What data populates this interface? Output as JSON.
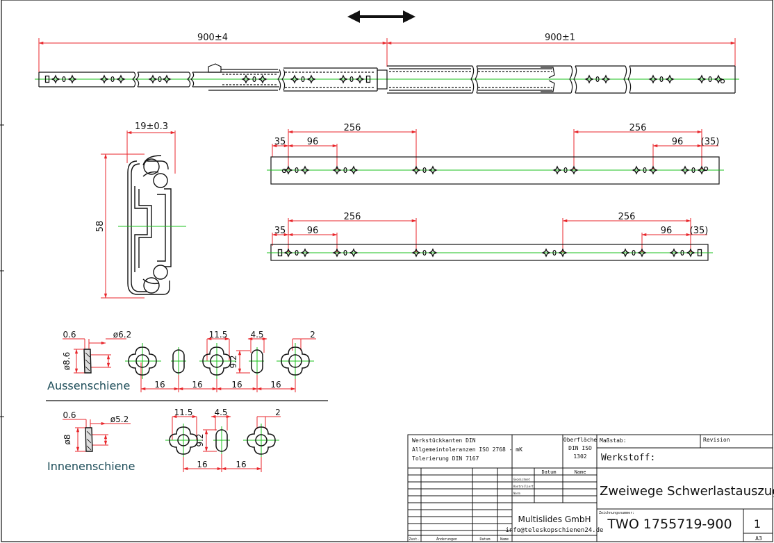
{
  "dimensions": {
    "left_length": "900±4",
    "right_length": "900±1",
    "profile_width": "19±0.3",
    "profile_height": "58",
    "mid_a": "35",
    "mid_b": "96",
    "mid_c": "256",
    "mid_d": "256",
    "mid_e": "96",
    "mid_f": "(35)",
    "low_a": "35",
    "low_b": "96",
    "low_c": "256",
    "low_d": "256",
    "low_e": "96",
    "low_f": "(35)"
  },
  "aussen": {
    "label": "Aussenschiene",
    "thick": "0.6",
    "dia": "ø6.2",
    "dia_side": "ø8.6",
    "slot_w": "11.5",
    "slot_h": "4.5",
    "slot_len": "9.2",
    "gap": "2",
    "pitch": [
      "16",
      "16",
      "16",
      "16"
    ]
  },
  "innen": {
    "label": "Innenenschiene",
    "thick": "0.6",
    "dia": "ø5.2",
    "dia_side": "ø8",
    "slot_w": "11.5",
    "slot_h": "4.5",
    "slot_len": "9.2",
    "gap": "2",
    "pitch": [
      "16",
      "16"
    ]
  },
  "title_block": {
    "general_1": "Werkstückkanten DIN",
    "general_2": "Allgemeintoleranzen ISO 2768 - mK",
    "general_3": "Tolerierung DIN 7167",
    "surface_1": "Oberfläche",
    "surface_2": "DIN ISO",
    "surface_3": "1302",
    "scale_label": "Maßstab:",
    "revision_label": "Revision",
    "material_label": "Werkstoff:",
    "date_label": "Datum",
    "name_label": "Name",
    "row_drawn": "Gezeichnet",
    "row_checked": "Kontrolliert",
    "row_norm": "Norm",
    "title": "Zweiwege Schwerlastauszug",
    "company": "Multislides GmbH",
    "email": "info@teleskopschienen24.de",
    "drawing_no_label": "Zeichnungsnummer:",
    "drawing_no": "TWO 1755719-900",
    "sheet": "1",
    "format": "A3",
    "foot_zust": "Zust.",
    "foot_aenderungen": "Änderungen",
    "foot_datum": "Datum",
    "foot_name": "Name"
  },
  "colors": {
    "dimension": "#e8262b",
    "centerline": "#19c21b",
    "outline": "#111111",
    "label": "#1b4b57"
  }
}
